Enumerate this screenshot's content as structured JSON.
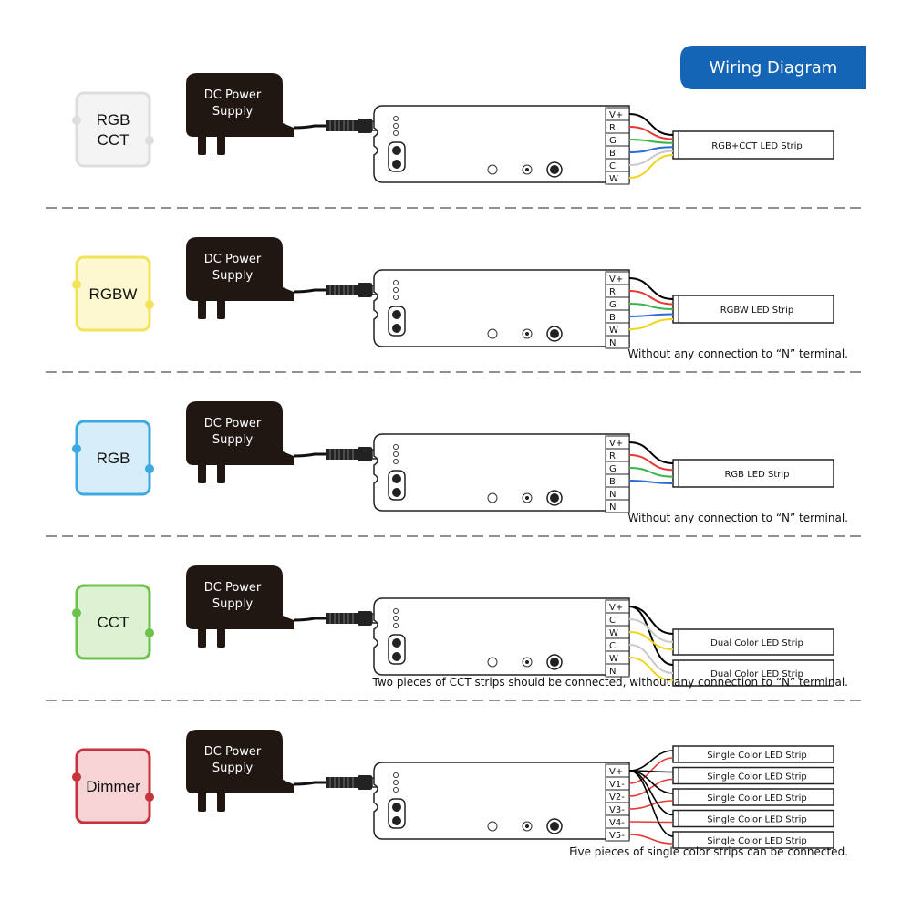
{
  "header": {
    "title": "Wiring Diagram",
    "background_color": "#1565b7"
  },
  "power_supply_label": [
    "DC Power",
    "Supply"
  ],
  "sections": [
    {
      "id": "rgbcct",
      "mode_label": [
        "RGB",
        "CCT"
      ],
      "mode_border": "#dddddd",
      "mode_fill": "#f4f4f4",
      "terminals": [
        "V+",
        "R",
        "G",
        "B",
        "C",
        "W"
      ],
      "strips": [
        "RGB+CCT LED Strip"
      ],
      "wiring": "single",
      "note": ""
    },
    {
      "id": "rgbw",
      "mode_label": [
        "RGBW"
      ],
      "mode_border": "#f2e35a",
      "mode_fill": "#fdf8d0",
      "terminals": [
        "V+",
        "R",
        "G",
        "B",
        "W",
        "N"
      ],
      "strips": [
        "RGBW LED Strip"
      ],
      "wiring": "single",
      "note": "Without any connection to “N” terminal."
    },
    {
      "id": "rgb",
      "mode_label": [
        "RGB"
      ],
      "mode_border": "#3ea8e0",
      "mode_fill": "#d7eefa",
      "terminals": [
        "V+",
        "R",
        "G",
        "B",
        "N",
        "N"
      ],
      "strips": [
        "RGB LED Strip"
      ],
      "wiring": "single",
      "note": "Without any connection to “N” terminal."
    },
    {
      "id": "cct",
      "mode_label": [
        "CCT"
      ],
      "mode_border": "#6cc24a",
      "mode_fill": "#ddf2d2",
      "terminals": [
        "V+",
        "C",
        "W",
        "C",
        "W",
        "N"
      ],
      "strips": [
        "Dual Color LED Strip",
        "Dual Color LED Strip"
      ],
      "wiring": "dual",
      "note": "Two pieces of CCT strips should be connected, without any connection to “N” terminal."
    },
    {
      "id": "dimmer",
      "mode_label": [
        "Dimmer"
      ],
      "mode_border": "#c8323c",
      "mode_fill": "#f6d3d5",
      "terminals": [
        "V+",
        "V1-",
        "V2-",
        "V3-",
        "V4-",
        "V5-"
      ],
      "strips": [
        "Single Color LED Strip",
        "Single Color LED Strip",
        "Single Color LED Strip",
        "Single Color LED Strip",
        "Single Color LED Strip"
      ],
      "wiring": "five",
      "note": "Five pieces of single color strips can be connected."
    }
  ],
  "wire_colors": {
    "V+": "#000000",
    "R": "#e53935",
    "G": "#39b54a",
    "B": "#2b6bd6",
    "C": "#c9c9c9",
    "W": "#f2d31b",
    "V-": "#e53935"
  }
}
